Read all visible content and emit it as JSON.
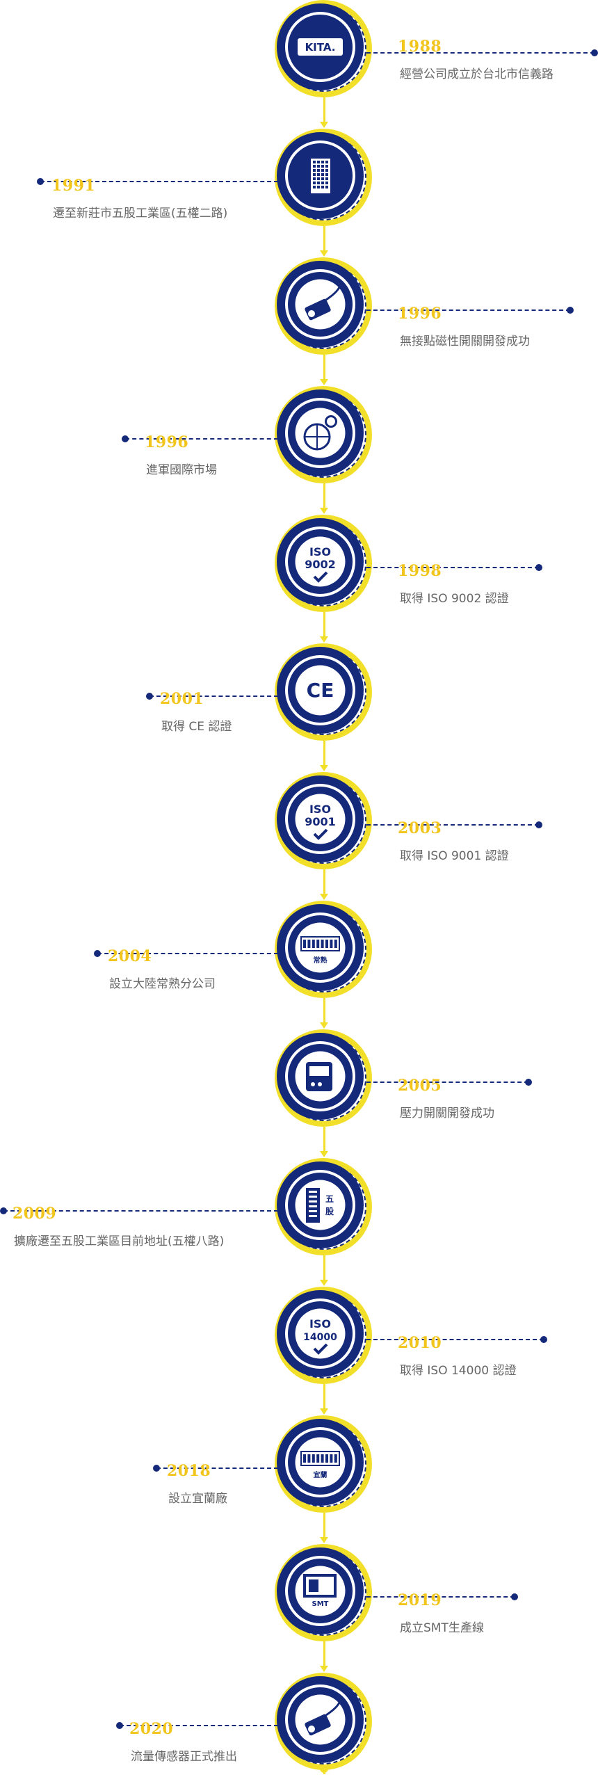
{
  "colors": {
    "navy": "#15297a",
    "yellow": "#f2df2a",
    "year": "#f2c51c",
    "text": "#666666"
  },
  "milestones": [
    {
      "year": "1988",
      "desc": "經營公司成立於台北市信義路",
      "side": "right",
      "icon": "kita-logo-icon",
      "logo_text": "KITA."
    },
    {
      "year": "1991",
      "desc": "遷至新莊市五股工業區(五權二路)",
      "side": "left",
      "icon": "office-building-icon"
    },
    {
      "year": "1996",
      "desc": "無接點磁性開關開發成功",
      "side": "right",
      "icon": "proximity-sensor-icon"
    },
    {
      "year": "1996",
      "desc": "進軍國際市場",
      "side": "left",
      "icon": "global-trade-icon"
    },
    {
      "year": "1998",
      "desc": "取得 ISO 9002 認證",
      "side": "right",
      "icon": "iso-9002-icon",
      "badge": [
        "ISO",
        "9002"
      ]
    },
    {
      "year": "2001",
      "desc": "取得 CE 認證",
      "side": "left",
      "icon": "ce-mark-icon",
      "badge_text": "CE"
    },
    {
      "year": "2003",
      "desc": "取得 ISO 9001 認證",
      "side": "right",
      "icon": "iso-9001-icon",
      "badge": [
        "ISO",
        "9001"
      ]
    },
    {
      "year": "2004",
      "desc": "設立大陸常熟分公司",
      "side": "left",
      "icon": "changshu-factory-icon",
      "badge_text": "常熟"
    },
    {
      "year": "2005",
      "desc": "壓力開關開發成功",
      "side": "right",
      "icon": "pressure-switch-icon"
    },
    {
      "year": "2009",
      "desc": "擴廠遷至五股工業區目前地址(五權八路)",
      "side": "left",
      "icon": "wugu-building-icon",
      "badge": [
        "五",
        "股"
      ]
    },
    {
      "year": "2010",
      "desc": "取得 ISO 14000 認證",
      "side": "right",
      "icon": "iso-14000-icon",
      "badge": [
        "ISO",
        "14000"
      ]
    },
    {
      "year": "2018",
      "desc": "設立宜蘭廠",
      "side": "left",
      "icon": "yilan-factory-icon",
      "badge_text": "宜蘭"
    },
    {
      "year": "2019",
      "desc": "成立SMT生產線",
      "side": "right",
      "icon": "smt-machine-icon",
      "badge_text": "SMT"
    },
    {
      "year": "2020",
      "desc": "流量傳感器正式推出",
      "side": "left",
      "icon": "flow-sensor-icon"
    }
  ]
}
